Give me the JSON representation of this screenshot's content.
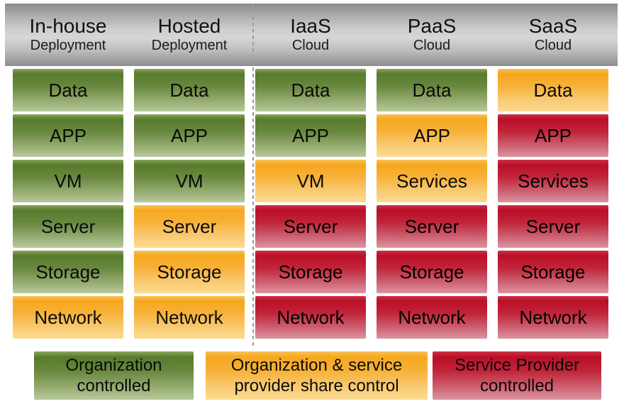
{
  "header": {
    "columns": [
      {
        "title": "In-house",
        "subtitle": "Deployment"
      },
      {
        "title": "Hosted",
        "subtitle": "Deployment"
      },
      {
        "title": "IaaS",
        "subtitle": "Cloud"
      },
      {
        "title": "PaaS",
        "subtitle": "Cloud"
      },
      {
        "title": "SaaS",
        "subtitle": "Cloud"
      }
    ]
  },
  "grid": {
    "columns": [
      {
        "name": "in-house-deployment",
        "cells": [
          {
            "label": "Data",
            "control": "org"
          },
          {
            "label": "APP",
            "control": "org"
          },
          {
            "label": "VM",
            "control": "org"
          },
          {
            "label": "Server",
            "control": "org"
          },
          {
            "label": "Storage",
            "control": "org"
          },
          {
            "label": "Network",
            "control": "shared"
          }
        ]
      },
      {
        "name": "hosted-deployment",
        "cells": [
          {
            "label": "Data",
            "control": "org"
          },
          {
            "label": "APP",
            "control": "org"
          },
          {
            "label": "VM",
            "control": "org"
          },
          {
            "label": "Server",
            "control": "shared"
          },
          {
            "label": "Storage",
            "control": "shared"
          },
          {
            "label": "Network",
            "control": "shared"
          }
        ]
      },
      {
        "name": "iaas-cloud",
        "cells": [
          {
            "label": "Data",
            "control": "org"
          },
          {
            "label": "APP",
            "control": "org"
          },
          {
            "label": "VM",
            "control": "shared"
          },
          {
            "label": "Server",
            "control": "provider"
          },
          {
            "label": "Storage",
            "control": "provider"
          },
          {
            "label": "Network",
            "control": "provider"
          }
        ]
      },
      {
        "name": "paas-cloud",
        "cells": [
          {
            "label": "Data",
            "control": "org"
          },
          {
            "label": "APP",
            "control": "shared"
          },
          {
            "label": "Services",
            "control": "shared"
          },
          {
            "label": "Server",
            "control": "provider"
          },
          {
            "label": "Storage",
            "control": "provider"
          },
          {
            "label": "Network",
            "control": "provider"
          }
        ]
      },
      {
        "name": "saas-cloud",
        "cells": [
          {
            "label": "Data",
            "control": "shared"
          },
          {
            "label": "APP",
            "control": "provider"
          },
          {
            "label": "Services",
            "control": "provider"
          },
          {
            "label": "Server",
            "control": "provider"
          },
          {
            "label": "Storage",
            "control": "provider"
          },
          {
            "label": "Network",
            "control": "provider"
          }
        ]
      }
    ]
  },
  "legend": {
    "items": [
      {
        "control": "org",
        "line1": "Organization",
        "line2": "controlled"
      },
      {
        "control": "shared",
        "line1": "Organization & service",
        "line2": "provider share control"
      },
      {
        "control": "provider",
        "line1": "Service Provider",
        "line2": "controlled"
      }
    ]
  },
  "colors": {
    "org": "#567b2b",
    "shared": "#f6a71e",
    "provider": "#ba0f28",
    "header_gray": "#c0c0c0"
  }
}
